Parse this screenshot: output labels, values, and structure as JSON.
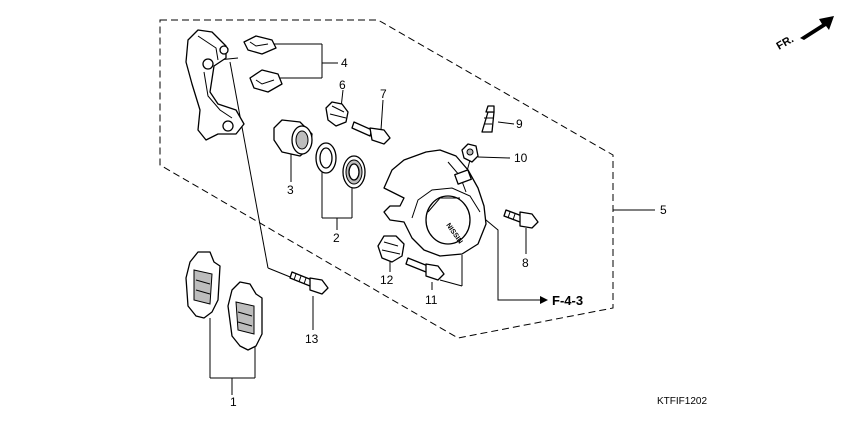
{
  "callouts": [
    {
      "id": "1",
      "label": "1"
    },
    {
      "id": "2",
      "label": "2"
    },
    {
      "id": "3",
      "label": "3"
    },
    {
      "id": "4",
      "label": "4"
    },
    {
      "id": "5",
      "label": "5"
    },
    {
      "id": "6",
      "label": "6"
    },
    {
      "id": "7",
      "label": "7"
    },
    {
      "id": "8",
      "label": "8"
    },
    {
      "id": "9",
      "label": "9"
    },
    {
      "id": "10",
      "label": "10"
    },
    {
      "id": "11",
      "label": "11"
    },
    {
      "id": "12",
      "label": "12"
    },
    {
      "id": "13",
      "label": "13"
    }
  ],
  "reference": "F-4-3",
  "diagram_code": "KTFIF1202",
  "direction": "FR.",
  "caliper_brand": "NISSIN"
}
